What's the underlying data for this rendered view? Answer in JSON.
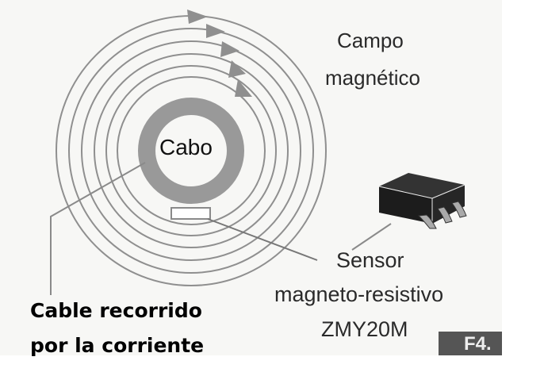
{
  "labels": {
    "cable_center": "Cabo",
    "field_line1": "Campo",
    "field_line2": "magnético",
    "sensor_line1": "Sensor",
    "sensor_line2": "magneto-resistivo",
    "sensor_line3": "ZMY20M",
    "figure_tag": "F4.",
    "caption_line1": "Cable recorrido",
    "caption_line2": "por la corriente"
  },
  "colors": {
    "lines": "#8a8a8a",
    "ring": "#9a9a9a",
    "chip": "#1c1c1c"
  }
}
